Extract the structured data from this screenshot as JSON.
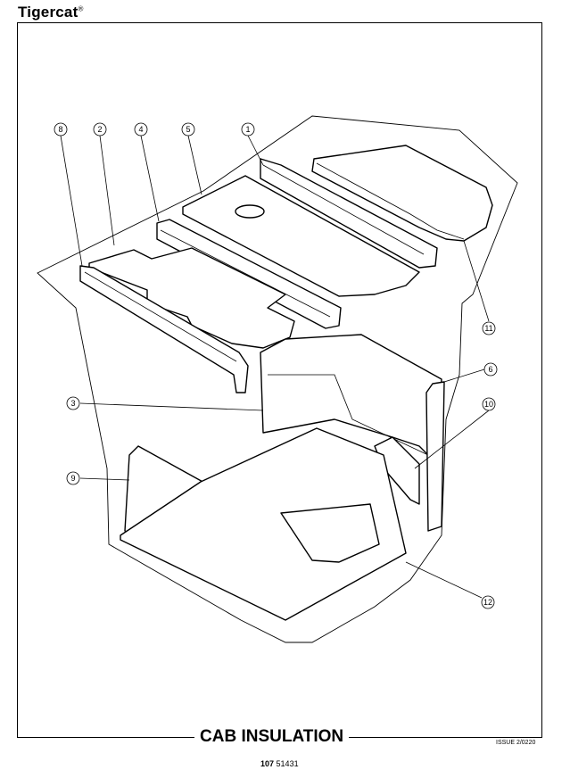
{
  "header": {
    "brand": "Tigercat",
    "brand_mark": "®"
  },
  "footer": {
    "title": "CAB INSULATION",
    "issue": "ISSUE 2/0220",
    "doc_number_bold": "107",
    "doc_number_rest": "51431"
  },
  "callouts": [
    {
      "id": "c8",
      "label": "8"
    },
    {
      "id": "c2",
      "label": "2"
    },
    {
      "id": "c4",
      "label": "4"
    },
    {
      "id": "c5",
      "label": "5"
    },
    {
      "id": "c1",
      "label": "1"
    },
    {
      "id": "c11",
      "label": "11"
    },
    {
      "id": "c6",
      "label": "6"
    },
    {
      "id": "c3",
      "label": "3"
    },
    {
      "id": "c10",
      "label": "10"
    },
    {
      "id": "c9",
      "label": "9"
    },
    {
      "id": "c12",
      "label": "12"
    }
  ]
}
